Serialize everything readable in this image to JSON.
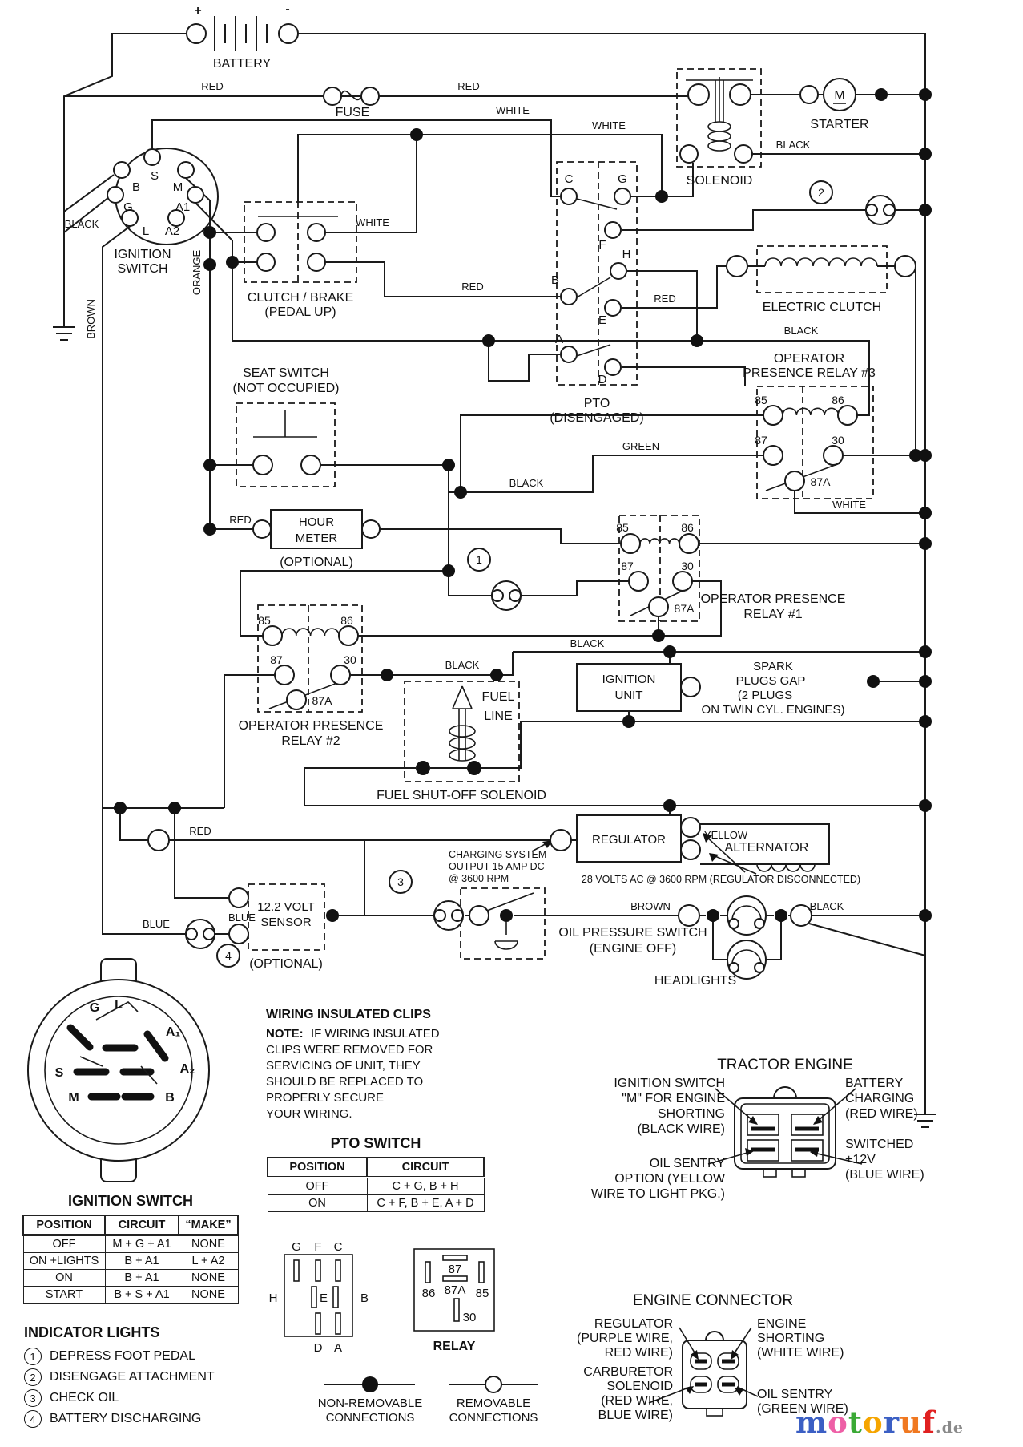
{
  "diagram": {
    "battery": {
      "plus": "+",
      "minus": "-",
      "label": "BATTERY"
    },
    "fuse": {
      "label": "FUSE"
    },
    "solenoid": {
      "label": "SOLENOID"
    },
    "starter": {
      "label": "STARTER",
      "m": "M"
    },
    "ignition_switch": {
      "label1": "IGNITION",
      "label2": "SWITCH",
      "pins": {
        "s": "S",
        "b": "B",
        "m": "M",
        "g": "G",
        "a1": "A1",
        "l": "L",
        "a2": "A2"
      }
    },
    "clutch_brake": {
      "label1": "CLUTCH / BRAKE",
      "label2": "(PEDAL UP)"
    },
    "pto": {
      "label1": "PTO",
      "label2": "(DISENGAGED)",
      "pins": {
        "c": "C",
        "g": "G",
        "f": "F",
        "h": "H",
        "b": "B",
        "e": "E",
        "a": "A",
        "d": "D"
      }
    },
    "electric_clutch": {
      "label": "ELECTRIC CLUTCH"
    },
    "relay3": {
      "label1": "OPERATOR",
      "label2": "PRESENCE RELAY  #3",
      "p85": "85",
      "p86": "86",
      "p87": "87",
      "p30": "30",
      "p87a": "87A"
    },
    "relay1": {
      "label1": "OPERATOR PRESENCE",
      "label2": "RELAY  #1",
      "p85": "85",
      "p86": "86",
      "p87": "87",
      "p30": "30",
      "p87a": "87A"
    },
    "relay2": {
      "label1": "OPERATOR PRESENCE",
      "label2": "RELAY  #2",
      "p85": "85",
      "p86": "86",
      "p87": "87",
      "p30": "30",
      "p87a": "87A"
    },
    "seat_switch": {
      "label1": "SEAT SWITCH",
      "label2": "(NOT OCCUPIED)"
    },
    "hour_meter": {
      "label1": "HOUR",
      "label2": "METER",
      "optional": "(OPTIONAL)"
    },
    "fuel": {
      "label1": "FUEL",
      "label2": "LINE",
      "shutoff": "FUEL SHUT-OFF SOLENOID"
    },
    "ignition_unit": {
      "label1": "IGNITION",
      "label2": "UNIT"
    },
    "spark": {
      "l1": "SPARK",
      "l2": "PLUGS GAP",
      "l3": "(2 PLUGS",
      "l4": "ON TWIN CYL. ENGINES)"
    },
    "regulator": {
      "label": "REGULATOR"
    },
    "alternator": {
      "label": "ALTERNATOR",
      "volts": "28 VOLTS AC @ 3600 RPM (REGULATOR DISCONNECTED)"
    },
    "charging": {
      "l1": "CHARGING SYSTEM",
      "l2": "OUTPUT 15 AMP DC",
      "l3": "@ 3600 RPM"
    },
    "sensor": {
      "label1": "12.2 VOLT",
      "label2": "SENSOR",
      "optional": "(OPTIONAL)"
    },
    "oil_pressure": {
      "label1": "OIL PRESSURE SWITCH",
      "label2": "(ENGINE OFF)"
    },
    "headlights": {
      "label": "HEADLIGHTS"
    },
    "bubbles": {
      "n1": "1",
      "n2": "2",
      "n3": "3",
      "n4": "4"
    },
    "wire_labels": {
      "red_battery": "RED",
      "red_solenoid": "RED",
      "red_pto_b": "RED",
      "red_pto_e": "RED",
      "red_hour": "RED",
      "red_sensor": "RED",
      "white_top": "WHITE",
      "white_c": "WHITE",
      "white_clutch": "WHITE",
      "white_relay3": "WHITE",
      "black_starter": "BLACK",
      "black_ignition": "BLACK",
      "black_clutch": "BLACK",
      "black_relay3": "BLACK",
      "black_relay2": "BLACK",
      "black_ignition_unit": "BLACK",
      "black_headlights": "BLACK",
      "orange": "ORANGE",
      "brown_ignition": "BROWN",
      "brown_headlights": "BROWN",
      "green": "GREEN",
      "yellow": "YELLOW",
      "blue_left": "BLUE",
      "blue_right": "BLUE"
    }
  },
  "round_connector": {
    "g": "G",
    "l": "L",
    "a1": "A₁",
    "a2": "A₂",
    "s": "S",
    "m": "M",
    "b": "B"
  },
  "wic": {
    "title": "WIRING INSULATED CLIPS",
    "note_label": "NOTE:",
    "note_line1": "IF WIRING INSULATED",
    "lines": [
      "CLIPS WERE REMOVED FOR",
      "SERVICING OF UNIT, THEY",
      "SHOULD BE REPLACED TO",
      "PROPERLY SECURE",
      "YOUR WIRING."
    ]
  },
  "ignition_table": {
    "title": "IGNITION SWITCH",
    "headers": [
      "POSITION",
      "CIRCUIT",
      "“MAKE”"
    ],
    "rows": [
      [
        "OFF",
        "M + G + A1",
        "NONE"
      ],
      [
        "ON +LIGHTS",
        "B + A1",
        "L + A2"
      ],
      [
        "ON",
        "B + A1",
        "NONE"
      ],
      [
        "START",
        "B + S + A1",
        "NONE"
      ]
    ]
  },
  "indicator_lights": {
    "title": "INDICATOR LIGHTS",
    "items": [
      {
        "num": "1",
        "label": "DEPRESS FOOT PEDAL"
      },
      {
        "num": "2",
        "label": "DISENGAGE ATTACHMENT"
      },
      {
        "num": "3",
        "label": "CHECK OIL"
      },
      {
        "num": "4",
        "label": "BATTERY DISCHARGING"
      }
    ]
  },
  "pto_table": {
    "title": "PTO SWITCH",
    "headers": [
      "POSITION",
      "CIRCUIT"
    ],
    "rows": [
      [
        "OFF",
        "C + G, B + H"
      ],
      [
        "ON",
        "C + F, B + E, A + D"
      ]
    ]
  },
  "pto_connector": {
    "top1": "G",
    "top2": "F",
    "top3": "C",
    "left": "H",
    "center": "E",
    "right": "B",
    "bottom1": "D",
    "bottom2": "A"
  },
  "relay_pinout": {
    "p87": "87",
    "p87a": "87A",
    "p86": "86",
    "p85": "85",
    "p30": "30",
    "label": "RELAY"
  },
  "legend": {
    "nonremovable1": "NON-REMOVABLE",
    "nonremovable2": "CONNECTIONS",
    "removable1": "REMOVABLE",
    "removable2": "CONNECTIONS"
  },
  "tractor_engine": {
    "title": "TRACTOR ENGINE",
    "left": [
      "IGNITION SWITCH",
      "\"M\" FOR ENGINE",
      "SHORTING",
      "(BLACK WIRE)"
    ],
    "right_top": [
      "BATTERY",
      "CHARGING",
      "(RED WIRE)"
    ],
    "right_bottom": [
      "SWITCHED",
      "+12V",
      "(BLUE WIRE)"
    ],
    "bottom_left": [
      "OIL SENTRY",
      "OPTION (YELLOW",
      "WIRE TO LIGHT PKG.)"
    ]
  },
  "engine_connector": {
    "title": "ENGINE CONNECTOR",
    "left_top": [
      "REGULATOR",
      "(PURPLE WIRE,",
      "RED WIRE)"
    ],
    "left_bottom": [
      "CARBURETOR",
      "SOLENOID",
      "(RED WIRE,",
      "BLUE WIRE)"
    ],
    "right_top": [
      "ENGINE",
      "SHORTING",
      "(WHITE WIRE)"
    ],
    "right_bottom": [
      "OIL SENTRY",
      "(GREEN WIRE)"
    ]
  },
  "logo": {
    "letters": [
      {
        "ch": "m",
        "color": "#3b5fc4"
      },
      {
        "ch": "o",
        "color": "#ee5fa6"
      },
      {
        "ch": "t",
        "color": "#3aa935"
      },
      {
        "ch": "o",
        "color": "#f5a500"
      },
      {
        "ch": "r",
        "color": "#3b5fc4"
      },
      {
        "ch": "u",
        "color": "#f07820"
      },
      {
        "ch": "f",
        "color": "#e02020"
      }
    ],
    "de": ".de",
    "de_color": "#8a8a8a"
  }
}
